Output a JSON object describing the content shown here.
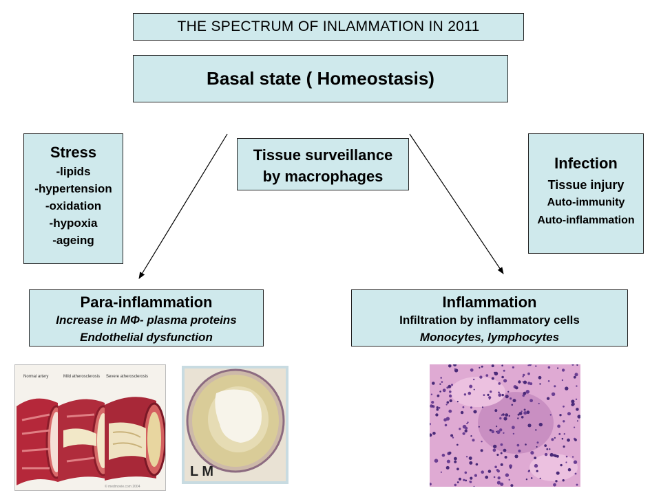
{
  "title": "THE SPECTRUM OF INLAMMATION IN 2011",
  "basal": "Basal state ( Homeostasis)",
  "surveillance": {
    "line1": "Tissue surveillance",
    "line2": "by macrophages"
  },
  "stress": {
    "heading": "Stress",
    "items": [
      "-lipids",
      "-hypertension",
      "-oxidation",
      "-hypoxia",
      "-ageing"
    ]
  },
  "infection": {
    "heading": "Infection",
    "items": [
      "Tissue injury",
      "Auto-immunity",
      "Auto-inflammation"
    ]
  },
  "para_inflammation": {
    "heading": "Para-inflammation",
    "line1": "Increase in MΦ- plasma proteins",
    "line2": "Endothelial dysfunction"
  },
  "inflammation": {
    "heading": "Inflammation",
    "line1": "Infiltration by inflammatory cells",
    "line2": "Monocytes, lymphocytes"
  },
  "artery_image": {
    "labels": [
      "Normal artery",
      "Mild atherosclerosis",
      "Severe atherosclerosis"
    ],
    "credit": "© medmovie.com 2004"
  },
  "micro_image": {
    "label": "L M"
  }
}
